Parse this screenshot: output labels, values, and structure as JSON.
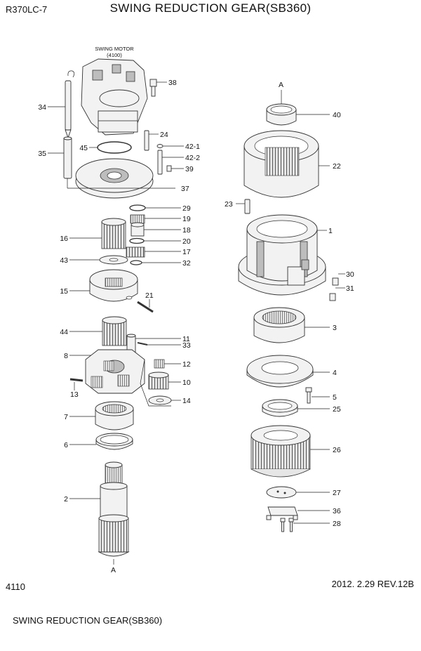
{
  "header": {
    "model": "R370LC-7",
    "title": "SWING REDUCTION GEAR(SB360)"
  },
  "swing_motor": {
    "name": "SWING MOTOR",
    "code": "(4100)"
  },
  "section_labels": {
    "top": "A",
    "bottom": "A"
  },
  "callouts": {
    "c1": "1",
    "c2": "2",
    "c3": "3",
    "c4": "4",
    "c5": "5",
    "c6": "6",
    "c7": "7",
    "c8": "8",
    "c10": "10",
    "c11": "11",
    "c12": "12",
    "c13": "13",
    "c14": "14",
    "c15": "15",
    "c16": "16",
    "c17": "17",
    "c18": "18",
    "c19": "19",
    "c20": "20",
    "c21": "21",
    "c22": "22",
    "c23": "23",
    "c24": "24",
    "c25": "25",
    "c26": "26",
    "c27": "27",
    "c28": "28",
    "c29": "29",
    "c30": "30",
    "c31": "31",
    "c32": "32",
    "c33": "33",
    "c34": "34",
    "c35": "35",
    "c36": "36",
    "c37": "37",
    "c38": "38",
    "c39": "39",
    "c40": "40",
    "c42_1": "42-1",
    "c42_2": "42-2",
    "c43": "43",
    "c44": "44",
    "c45": "45"
  },
  "footer": {
    "page_number": "4110",
    "revision": "2012. 2.29  REV.12B",
    "caption": "SWING REDUCTION GEAR(SB360)"
  }
}
